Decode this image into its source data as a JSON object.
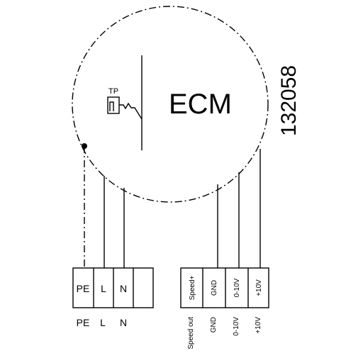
{
  "motor": {
    "label": "ECM",
    "thermal_protector_label": "TP"
  },
  "drawing_number": "132058",
  "mains_terminals": {
    "inside": [
      "PE",
      "L",
      "N",
      ""
    ],
    "below": [
      "PE",
      "L",
      "N"
    ]
  },
  "control_terminals": {
    "inside": [
      "Speed+",
      "GND",
      "0-10V",
      "+10V"
    ],
    "below": [
      "Speed out",
      "GND",
      "0-10V",
      "+10V"
    ]
  }
}
